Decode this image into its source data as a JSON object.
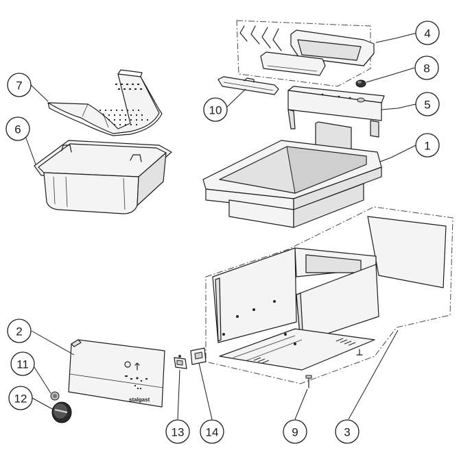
{
  "diagram": {
    "brand_label": "stalgast",
    "callouts": [
      {
        "id": "c1",
        "label": "1"
      },
      {
        "id": "c2",
        "label": "2"
      },
      {
        "id": "c3",
        "label": "3"
      },
      {
        "id": "c4",
        "label": "4"
      },
      {
        "id": "c5",
        "label": "5"
      },
      {
        "id": "c6",
        "label": "6"
      },
      {
        "id": "c7",
        "label": "7"
      },
      {
        "id": "c8",
        "label": "8"
      },
      {
        "id": "c9",
        "label": "9"
      },
      {
        "id": "c10",
        "label": "10"
      },
      {
        "id": "c11",
        "label": "11"
      },
      {
        "id": "c12",
        "label": "12"
      },
      {
        "id": "c13",
        "label": "13"
      },
      {
        "id": "c14",
        "label": "14"
      }
    ]
  }
}
